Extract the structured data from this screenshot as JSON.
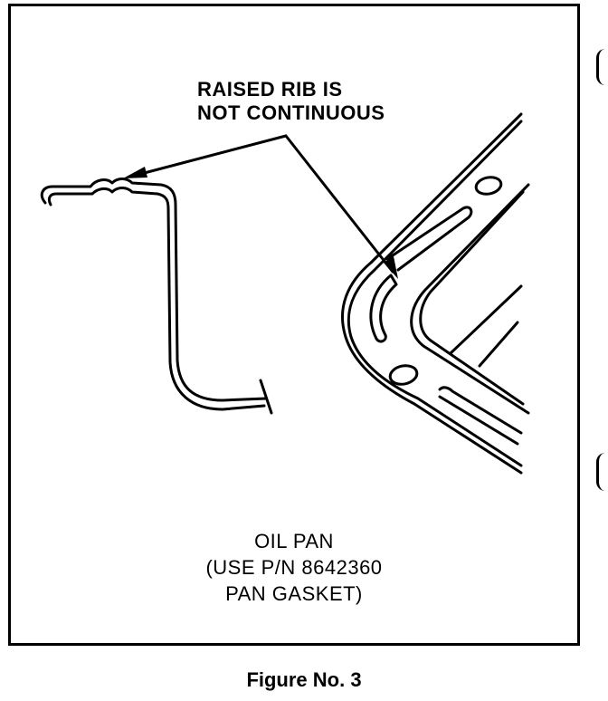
{
  "callout": {
    "line1": "RAISED RIB IS",
    "line2": "NOT CONTINUOUS"
  },
  "caption": {
    "line1": "OIL PAN",
    "line2": "(USE P/N 8642360",
    "line3": "PAN GASKET)"
  },
  "figure": {
    "label": "Figure No. 3"
  }
}
